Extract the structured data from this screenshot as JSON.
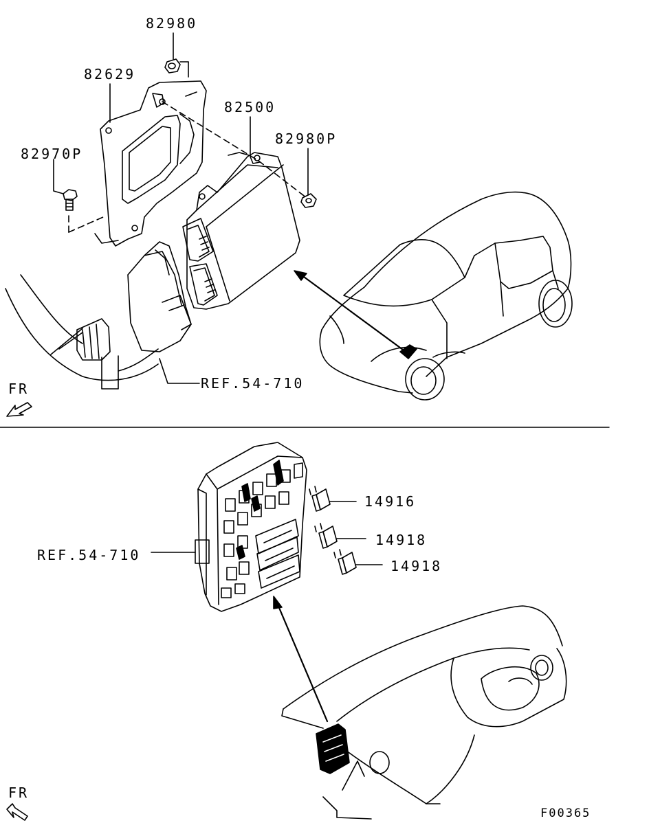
{
  "labels": {
    "p82980": "82980",
    "p82629": "82629",
    "p82500": "82500",
    "p82980p": "82980P",
    "p82970p": "82970P",
    "ref_top": "REF.54-710",
    "fr_top": "FR",
    "p14916": "14916",
    "p14918a": "14918",
    "p14918b": "14918",
    "ref_bottom": "REF.54-710",
    "fr_bottom": "FR",
    "figure_code": "F00365"
  },
  "colors": {
    "line": "#000000",
    "background": "#ffffff"
  }
}
